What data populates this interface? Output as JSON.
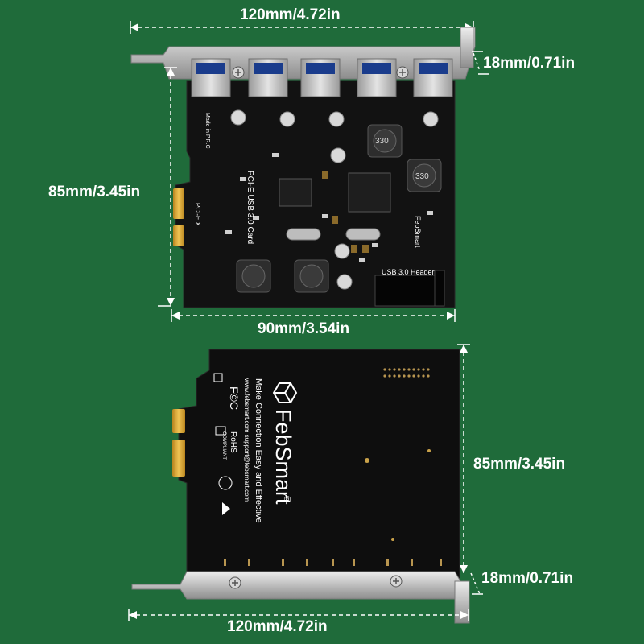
{
  "dimensions": {
    "top_width": "120mm/4.72in",
    "top_bracket_depth": "18mm/0.71in",
    "top_height": "85mm/3.45in",
    "top_board_width": "90mm/3.54in",
    "bottom_height": "85mm/3.45in",
    "bottom_bracket_depth": "18mm/0.71in",
    "bottom_width": "120mm/4.72in"
  },
  "front_board": {
    "model_label": "PCI-E USB 3.0 Card",
    "pcie_label": "PCI-E X",
    "made_in": "Made in P.R.C",
    "brand_label": "FebSmart",
    "header_label": "USB 3.0 Header",
    "inductor_label": "330",
    "port_count": 5
  },
  "back_board": {
    "brand": "FebSmart",
    "trademark": "®",
    "tagline": "Make Connection Easy and Effective",
    "contact": "www.febsmart.com  support@febsmart.com",
    "rohs": "RoHS",
    "rohs_sub": "COMPLIANT",
    "fc": "F©C"
  },
  "colors": {
    "background": "#1f6b3a",
    "pcb": "#121212",
    "bracket": "#c9c9c9",
    "gold": "#d9a531"
  }
}
